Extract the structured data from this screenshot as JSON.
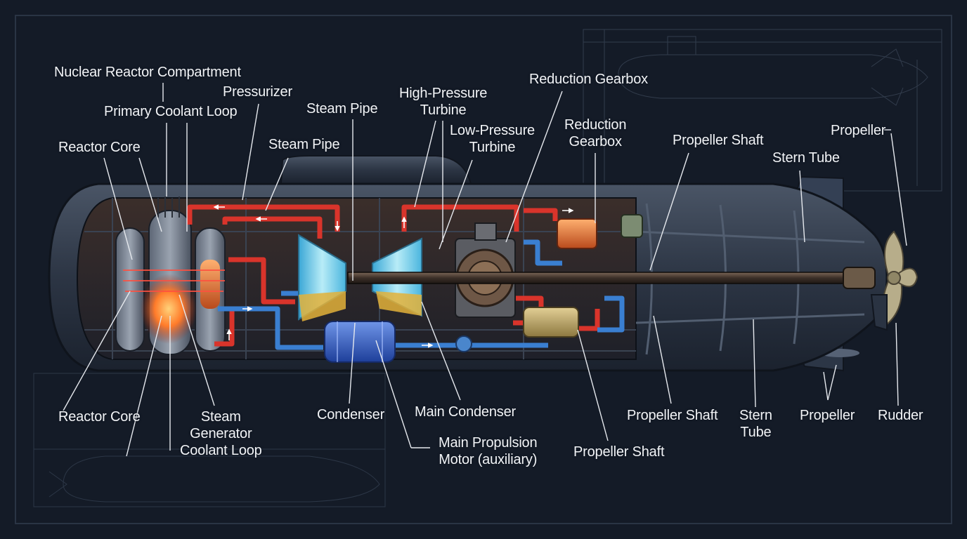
{
  "labels": {
    "nuclear_reactor_compartment": "Nuclear Reactor Compartment",
    "pressurizer": "Pressurizer",
    "primary_coolant_loop": "Primary Coolant Loop",
    "reactor_core_top": "Reactor Core",
    "steam_pipe_top": "Steam Pipe",
    "steam_pipe_mid": "Steam Pipe",
    "high_pressure_turbine": "High-Pressure\nTurbine",
    "low_pressure_turbine": "Low-Pressure\nTurbine",
    "reduction_gearbox_top": "Reduction Gearbox",
    "reduction_gearbox_mid": "Reduction\nGearbox",
    "propeller_shaft_top": "Propeller Shaft",
    "stern_tube_top": "Stern Tube",
    "propeller_top": "Propeller",
    "reactor_core_bottom": "Reactor Core",
    "steam_generator_coolant_loop": "Steam\nGenerator\nCoolant Loop",
    "condenser": "Condenser",
    "main_condenser": "Main Condenser",
    "main_propulsion_motor": "Main Propulsion\nMotor (auxiliary)",
    "propeller_shaft_bottom": "Propeller Shaft",
    "propeller_shaft_bottom2": "Propeller Shaft",
    "stern_tube_bottom": "Stern\nTube",
    "propeller_bottom": "Propeller",
    "rudder": "Rudder"
  },
  "colors": {
    "background": "#141b27",
    "hull": "#2f3a4a",
    "primary_loop": "#d9342b",
    "cooling_loop": "#3a7fd1",
    "turbine": "#7fd6ee",
    "brass": "#c9b27a",
    "leader": "#e6e9ee"
  }
}
